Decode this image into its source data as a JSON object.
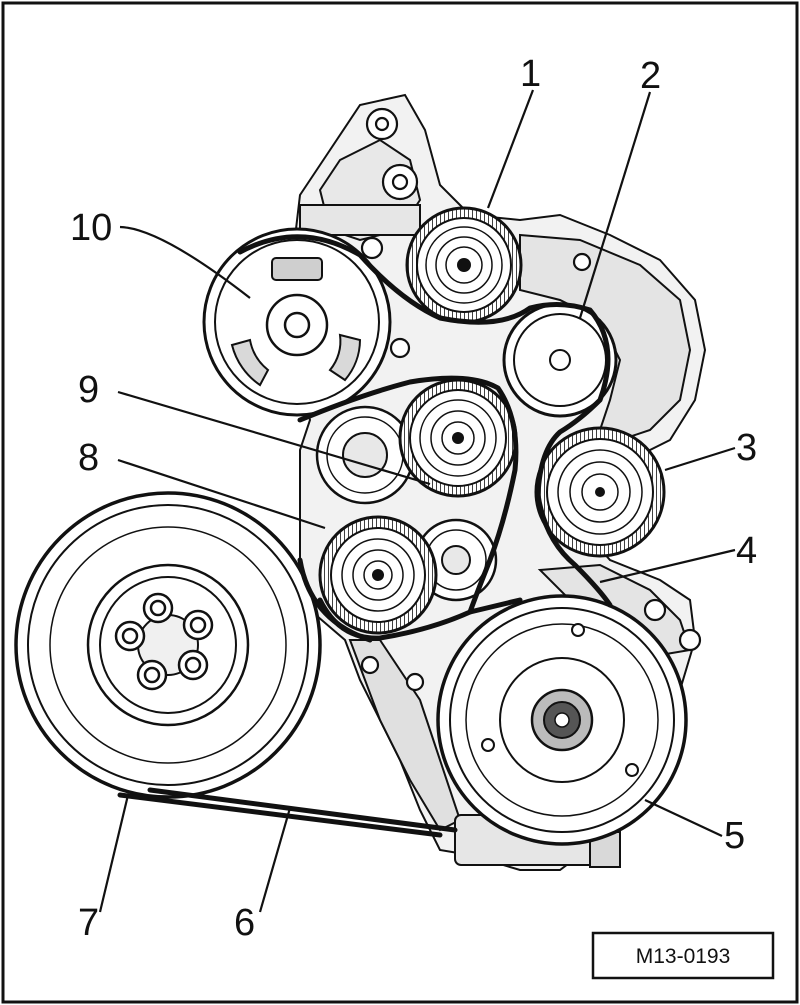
{
  "colors": {
    "ink": "#111111",
    "paper": "#ffffff",
    "shade": "#d9d9d9",
    "mid": "#8a8a8a"
  },
  "callouts": [
    "1",
    "2",
    "3",
    "4",
    "5",
    "6",
    "7",
    "8",
    "9",
    "10"
  ],
  "reference": "M13-0193"
}
